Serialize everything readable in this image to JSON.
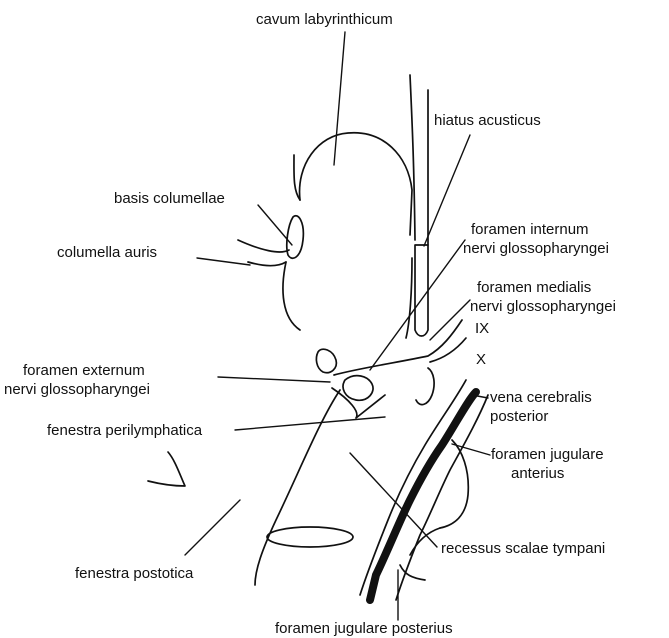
{
  "labels": {
    "cavum_labyrinthicum": "cavum labyrinthicum",
    "hiatus_acusticus": "hiatus acusticus",
    "basis_columellae": "basis columellae",
    "columella_auris": "columella auris",
    "foramen_internum_1": "foramen internum",
    "foramen_internum_2": "nervi glossopharyngei",
    "foramen_medialis_1": "foramen medialis",
    "foramen_medialis_2": "nervi glossopharyngei",
    "ix": "IX",
    "x": "X",
    "foramen_externum_1": "foramen externum",
    "foramen_externum_2": "nervi glossopharyngei",
    "vena_cerebralis_1": "vena cerebralis",
    "vena_cerebralis_2": "posterior",
    "fenestra_perilymphatica": "fenestra perilymphatica",
    "foramen_jugulare_anterius_1": "foramen jugulare",
    "foramen_jugulare_anterius_2": "anterius",
    "recessus_scalae_tympani": "recessus scalae tympani",
    "fenestra_postotica": "fenestra postotica",
    "foramen_jugulare_posterius": "foramen jugulare posterius"
  },
  "colors": {
    "ink": "#111111",
    "background": "#ffffff"
  }
}
